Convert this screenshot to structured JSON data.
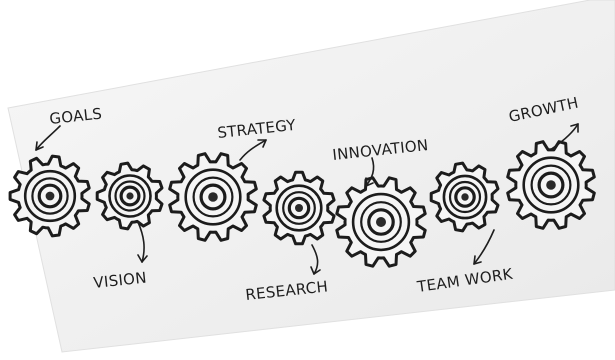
{
  "labels": {
    "goals": "GOALS",
    "vision": "VISION",
    "strategy": "STRATEGY",
    "research": "RESEARCH",
    "innovation": "INNOVATION",
    "team_work": "TEAM WORK",
    "growth": "GROWTH"
  },
  "colors": {
    "ink": "#1c1c1c",
    "paper": "#f1f1f1",
    "background": "#ffffff"
  }
}
